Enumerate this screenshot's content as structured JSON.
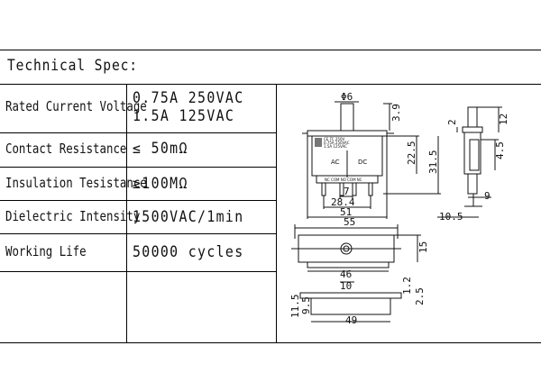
{
  "title": "Technical Spec:",
  "rows": [
    {
      "label": "Rated Current Voltage",
      "value_lines": [
        "0.75A 250VAC",
        "1.5A 125VAC"
      ]
    },
    {
      "label": "Contact Resistance",
      "value": "≤ 50mΩ"
    },
    {
      "label": "Insulation Tesistance",
      "value": "≥100MΩ"
    },
    {
      "label": "Dielectric Intensity",
      "value": "1500VAC/1min"
    },
    {
      "label": "Working Life",
      "value": "50000 cycles"
    }
  ],
  "drawing": {
    "diameter": "Φ6",
    "dims": {
      "d3_9": "3.9",
      "d22_5": "22.5",
      "d31_5": "31.5",
      "d7": "7",
      "d28_4": "28.4",
      "d51": "51",
      "d55": "55",
      "d15": "15",
      "d46": "46",
      "d10": "10",
      "d1_2": "1.2",
      "d2_5": "2.5",
      "d11_5": "11.5",
      "d9_5": "9.5",
      "d49": "49",
      "d2": "2",
      "d12": "12",
      "d4_5": "4.5",
      "d9": "9",
      "d10_5": "10.5"
    },
    "terminal_labels": {
      "ac": "AC",
      "dc": "DC",
      "pins": "NC COM NO COM NC"
    },
    "marking_lines": [
      "CE TC 250V",
      "0.75A 250VAC",
      "1.5A 125VAC"
    ]
  }
}
